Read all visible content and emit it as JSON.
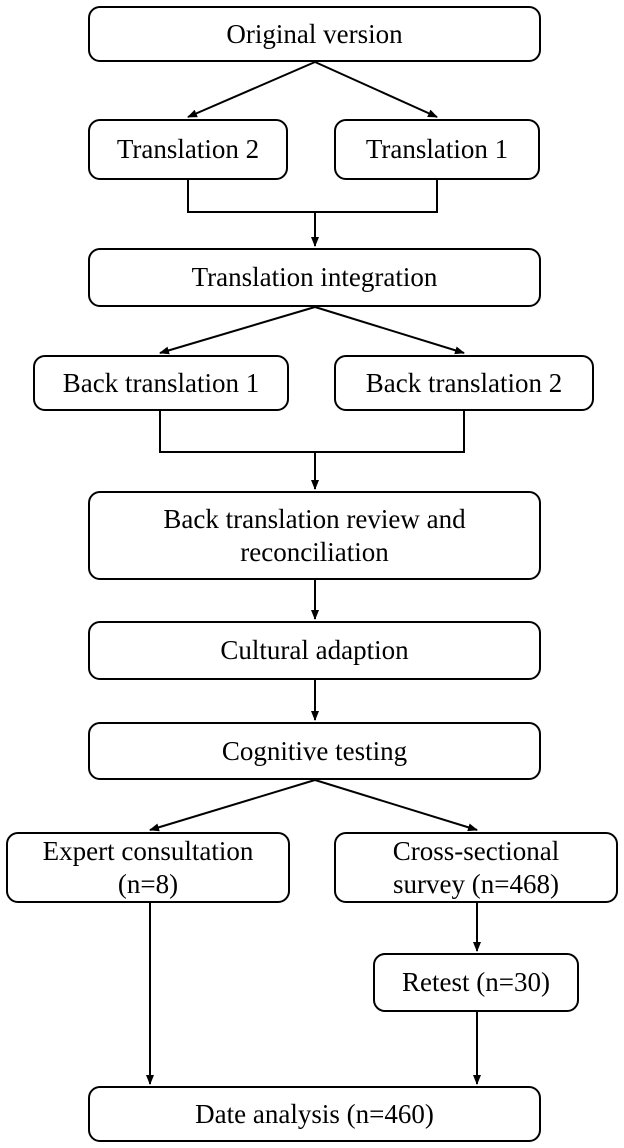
{
  "nodes": {
    "original": {
      "label": "Original version"
    },
    "translation_2": {
      "label": "Translation 2"
    },
    "translation_1": {
      "label": "Translation 1"
    },
    "integration": {
      "label": "Translation integration"
    },
    "back_translation_1": {
      "label": "Back translation 1"
    },
    "back_translation_2": {
      "label": "Back translation 2"
    },
    "review": {
      "line1": "Back translation review and",
      "line2": "reconciliation"
    },
    "cultural": {
      "label": "Cultural adaption"
    },
    "cognitive": {
      "label": "Cognitive testing"
    },
    "expert": {
      "line1": "Expert consultation",
      "line2": "(n=8)"
    },
    "cross_sectional": {
      "line1": "Cross-sectional",
      "line2": "survey (n=468)"
    },
    "retest": {
      "label": "Retest (n=30)"
    },
    "analysis": {
      "label": "Date analysis (n=460)"
    }
  },
  "edges": [
    {
      "from": "original",
      "to": "translation_2"
    },
    {
      "from": "original",
      "to": "translation_1"
    },
    {
      "from": "translation_2",
      "to": "integration"
    },
    {
      "from": "translation_1",
      "to": "integration"
    },
    {
      "from": "integration",
      "to": "back_translation_1"
    },
    {
      "from": "integration",
      "to": "back_translation_2"
    },
    {
      "from": "back_translation_1",
      "to": "review"
    },
    {
      "from": "back_translation_2",
      "to": "review"
    },
    {
      "from": "review",
      "to": "cultural"
    },
    {
      "from": "cultural",
      "to": "cognitive"
    },
    {
      "from": "cognitive",
      "to": "expert"
    },
    {
      "from": "cognitive",
      "to": "cross_sectional"
    },
    {
      "from": "cross_sectional",
      "to": "retest"
    },
    {
      "from": "retest",
      "to": "analysis"
    },
    {
      "from": "expert",
      "to": "analysis"
    }
  ],
  "colors": {
    "stroke": "#000000",
    "fill": "#ffffff",
    "text": "#000000"
  }
}
